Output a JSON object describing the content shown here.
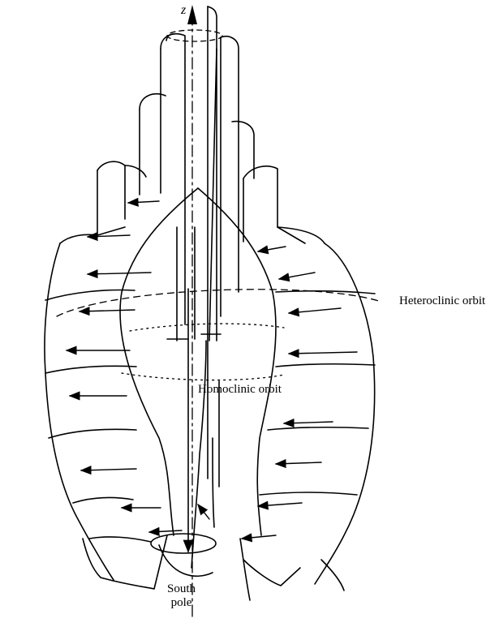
{
  "diagram": {
    "axis_label": "z",
    "heteroclinic_label": "Heteroclinic orbit",
    "homoclinic_label": "Homoclinic orbit",
    "south_pole_label_line1": "South",
    "south_pole_label_line2": "pole",
    "stroke_color": "#000000",
    "background": "#ffffff"
  }
}
